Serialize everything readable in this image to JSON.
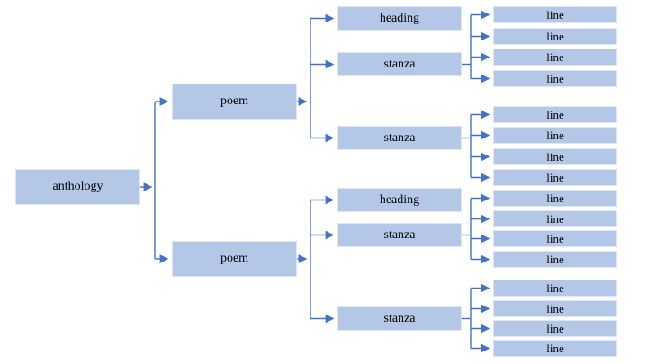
{
  "tree": {
    "root": {
      "label": "anthology"
    },
    "poems": [
      {
        "label": "poem",
        "children": [
          {
            "label": "heading",
            "lines": []
          },
          {
            "label": "stanza",
            "lines": [
              "line",
              "line",
              "line",
              "line"
            ]
          },
          {
            "label": "stanza",
            "lines": [
              "line",
              "line",
              "line",
              "line"
            ]
          }
        ]
      },
      {
        "label": "poem",
        "children": [
          {
            "label": "heading",
            "lines": []
          },
          {
            "label": "stanza",
            "lines": [
              "line",
              "line",
              "line",
              "line"
            ]
          },
          {
            "label": "stanza",
            "lines": [
              "line",
              "line",
              "line",
              "line"
            ]
          }
        ]
      }
    ]
  },
  "colors": {
    "node_fill": "#b4c7e7",
    "node_border": "#dce6f4",
    "connector": "#4472c4",
    "text": "#000000"
  }
}
